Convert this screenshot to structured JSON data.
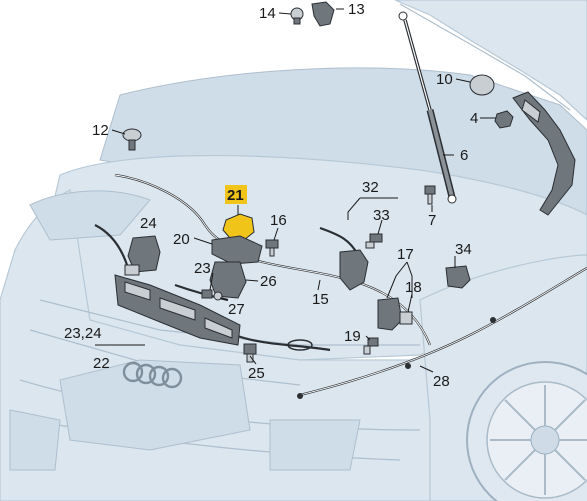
{
  "diagram": {
    "highlight_color": "#f0c419",
    "callouts": [
      {
        "id": "c14",
        "text": "14"
      },
      {
        "id": "c13",
        "text": "13"
      },
      {
        "id": "c10",
        "text": "10"
      },
      {
        "id": "c4",
        "text": "4"
      },
      {
        "id": "c12",
        "text": "12"
      },
      {
        "id": "c6",
        "text": "6"
      },
      {
        "id": "c21",
        "text": "21",
        "highlighted": true
      },
      {
        "id": "c32",
        "text": "32"
      },
      {
        "id": "c7",
        "text": "7"
      },
      {
        "id": "c24a",
        "text": "24"
      },
      {
        "id": "c16",
        "text": "16"
      },
      {
        "id": "c33",
        "text": "33"
      },
      {
        "id": "c20",
        "text": "20"
      },
      {
        "id": "c17",
        "text": "17"
      },
      {
        "id": "c34",
        "text": "34"
      },
      {
        "id": "c23a",
        "text": "23"
      },
      {
        "id": "c26",
        "text": "26"
      },
      {
        "id": "c18",
        "text": "18"
      },
      {
        "id": "c27",
        "text": "27"
      },
      {
        "id": "c15",
        "text": "15"
      },
      {
        "id": "c2324",
        "text": "23,24"
      },
      {
        "id": "c19",
        "text": "19"
      },
      {
        "id": "c22",
        "text": "22"
      },
      {
        "id": "c25",
        "text": "25"
      },
      {
        "id": "c28",
        "text": "28"
      }
    ]
  }
}
